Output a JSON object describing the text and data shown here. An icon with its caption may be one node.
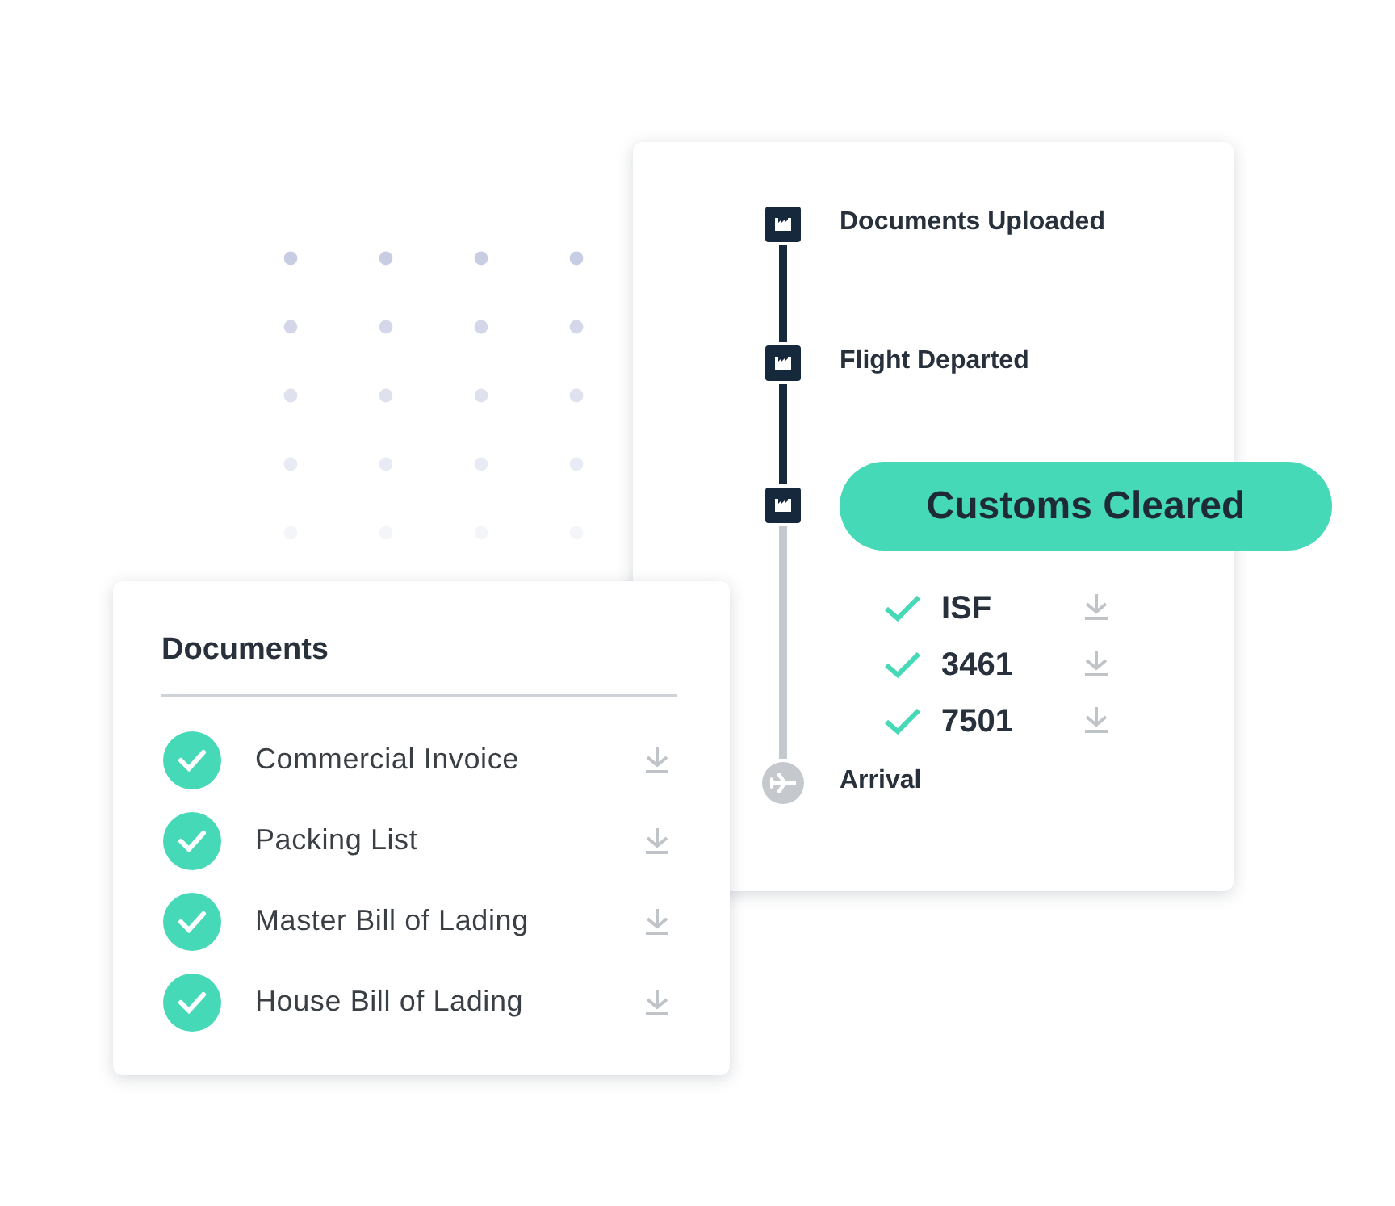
{
  "diagram": {
    "nodes": [
      {
        "text": [],
        "shape": "box"
      },
      {
        "text": [],
        "shape": "box",
        "in": 0,
        "beside": [
          "Documents Uploaded"
        ]
      },
      {
        "text": [],
        "shape": "box",
        "in": 0,
        "beside": [
          "Flight Departed"
        ]
      },
      {
        "text": [],
        "shape": "box",
        "in": 0
      },
      {
        "text": [
          "Customs Cleared"
        ]
      },
      {
        "text": [],
        "shape": "circle",
        "in": 0,
        "beside": [
          "Arrival"
        ]
      },
      {
        "text": [
          "Documents"
        ]
      }
    ],
    "edges": [
      {
        "from": 1,
        "to": 2,
        "arrow": "none"
      },
      {
        "from": 2,
        "to": 3,
        "arrow": "none"
      },
      {
        "from": 3,
        "to": 5,
        "arrow": "none",
        "color": "#c5c9ce"
      }
    ],
    "labels": [
      "ISF",
      "3461",
      "7501",
      "Commercial Invoice",
      "Packing List",
      "Master Bill of Lading",
      "House Bill of Lading"
    ]
  }
}
